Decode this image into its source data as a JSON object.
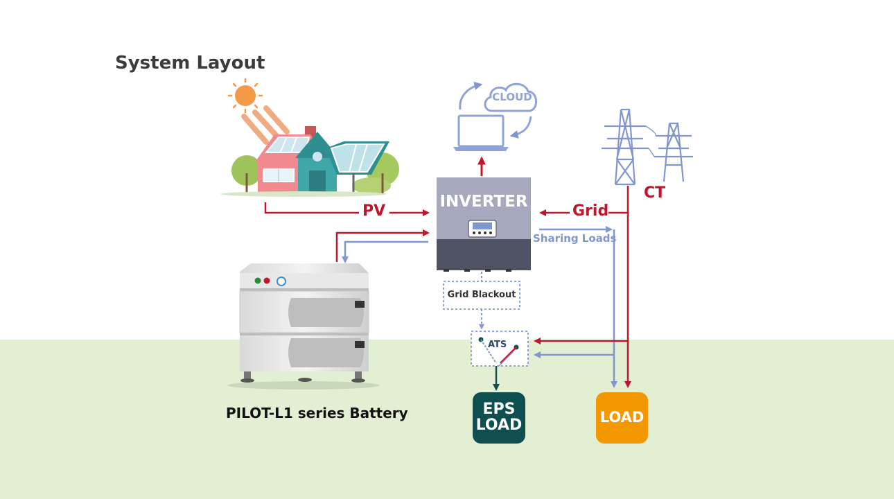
{
  "title": "System Layout",
  "labels": {
    "pv": "PV",
    "inverter": "INVERTER",
    "grid": "Grid",
    "ct": "CT",
    "sharing_loads": "Sharing Loads",
    "grid_blackout": "Grid Blackout",
    "ats": "ATS",
    "eps_load_line1": "EPS",
    "eps_load_line2": "LOAD",
    "load": "LOAD",
    "cloud": "CLOUD",
    "battery": "PILOT-L1 series Battery"
  },
  "colors": {
    "ac_power": "#c0162b",
    "dc_power": "#8096cf",
    "eps_load": "#0f4f4f",
    "load": "#f39800",
    "ground": "#e2efd2",
    "inverter_body": "#a6a8bd",
    "inverter_base": "#4f5363"
  },
  "icons": [
    "sun-icon",
    "house-solar-icon",
    "laptop-icon",
    "cloud-icon",
    "transmission-tower-icon",
    "battery-icon",
    "ats-switch-icon"
  ]
}
